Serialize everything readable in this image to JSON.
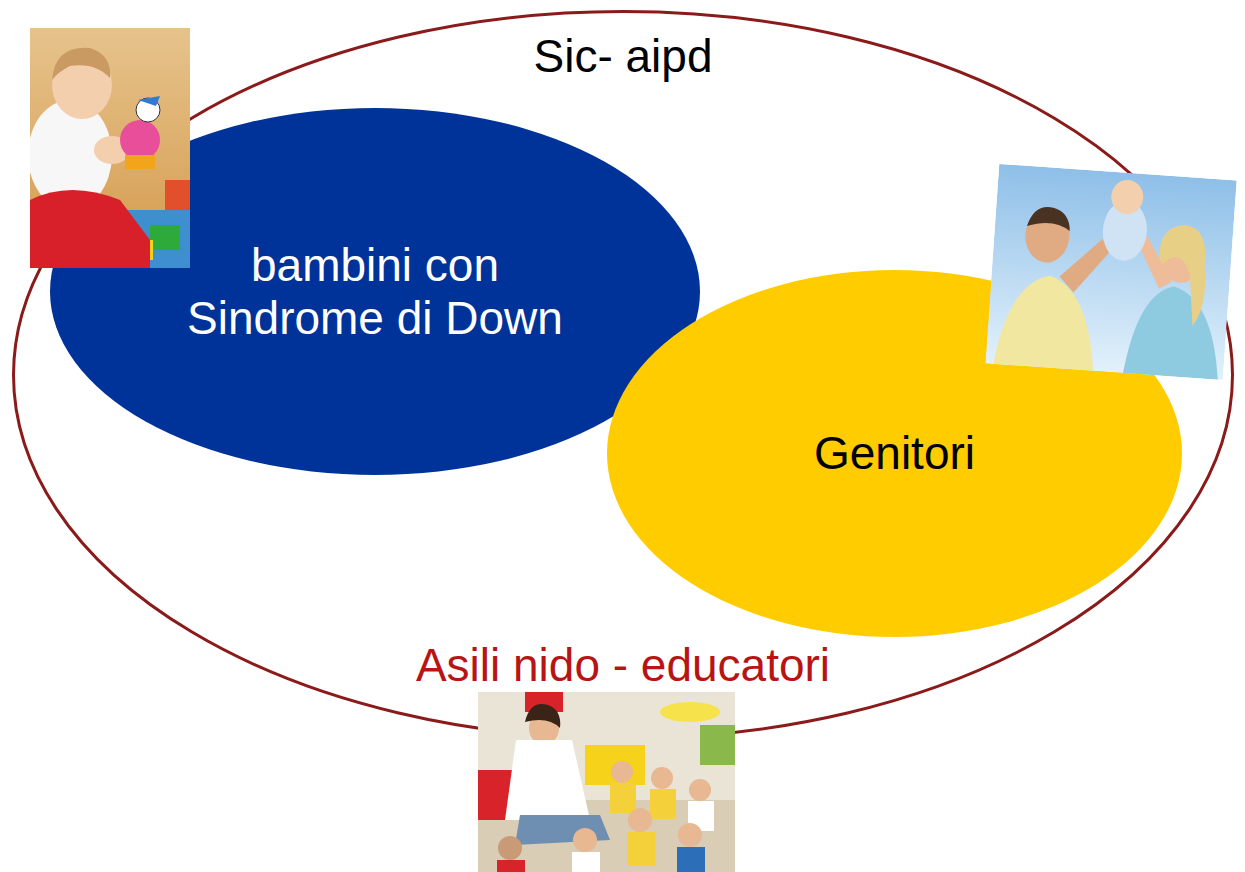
{
  "diagram": {
    "nodes": [
      {
        "text": [
          "Sic- aipd",
          "Asili nido - educatori"
        ]
      },
      {
        "text": [
          "bambini con Sindrome di Down"
        ],
        "in": 0
      },
      {
        "text": [
          "Genitori"
        ],
        "in": 0
      }
    ]
  }
}
